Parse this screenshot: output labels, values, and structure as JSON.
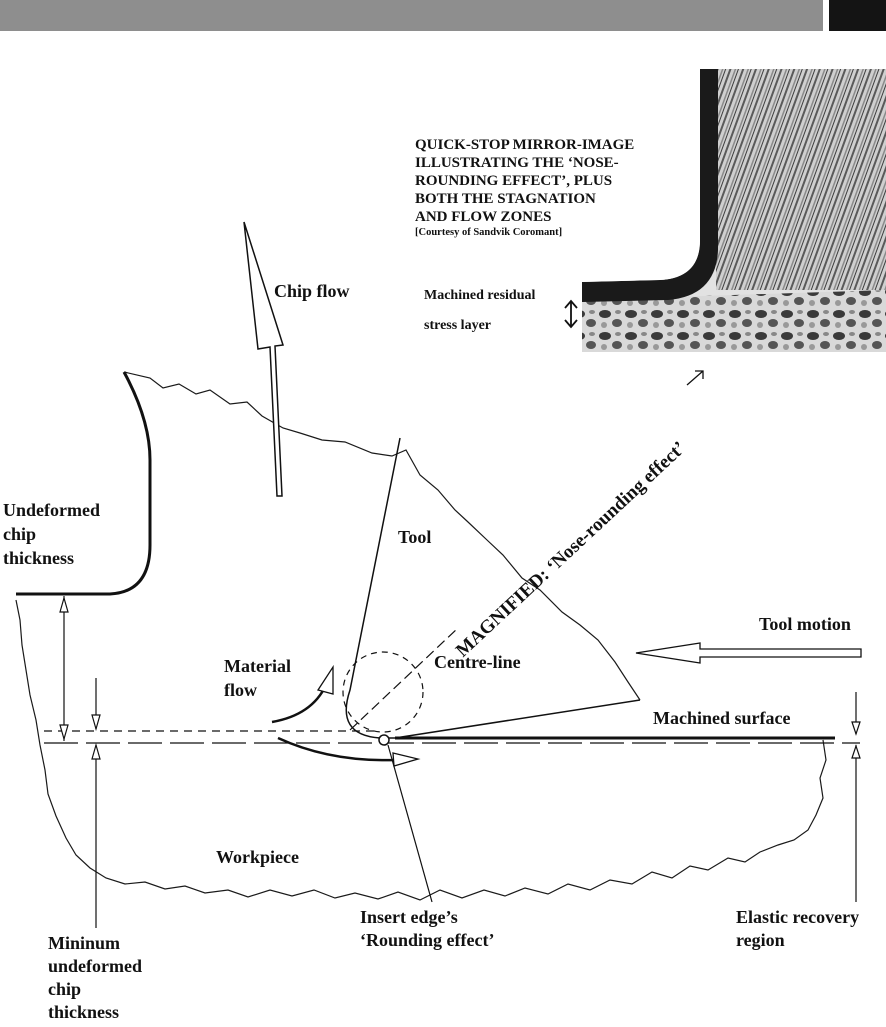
{
  "photo": {
    "caption_lines": [
      "QUICK-STOP MIRROR-IMAGE",
      "ILLUSTRATING THE ‘NOSE-",
      "ROUNDING EFFECT’, PLUS",
      "BOTH THE STAGNATION",
      "AND FLOW ZONES"
    ],
    "courtesy": "[Courtesy of Sandvik Coromant]",
    "residual_label_1": "Machined residual",
    "residual_label_2": "stress layer"
  },
  "labels": {
    "chip_flow": "Chip flow",
    "undeformed_1": "Undeformed",
    "undeformed_2": "chip",
    "undeformed_3": "thickness",
    "tool": "Tool",
    "magnified": "MAGNIFIED: ‘Nose-rounding effect’",
    "tool_motion": "Tool motion",
    "material_flow_1": "Material",
    "material_flow_2": "flow",
    "centre_line": "Centre-line",
    "machined_surface": "Machined surface",
    "workpiece": "Workpiece",
    "elastic_1": "Elastic recovery",
    "elastic_2": "region",
    "insert_1": "Insert edge’s",
    "insert_2": "‘Rounding effect’",
    "minimum_1": "Mininum",
    "minimum_2": "undeformed",
    "minimum_3": "chip",
    "minimum_4": "thickness"
  }
}
